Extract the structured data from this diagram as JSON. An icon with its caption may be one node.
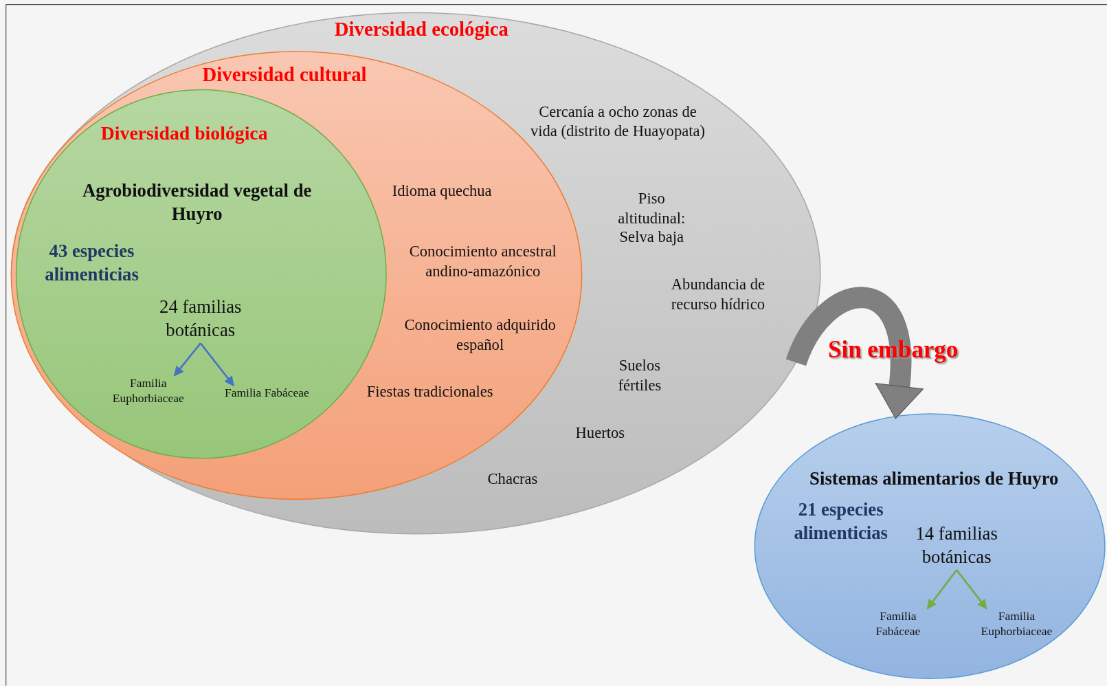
{
  "diagram": {
    "nodes": [
      {
        "text": [
          "Diversidad ecológica"
        ]
      },
      {
        "text": [
          "Diversidad cultural"
        ],
        "in": 0
      },
      {
        "text": [
          "Diversidad biológica",
          "Agrobiodiversidad vegetal de Huyro",
          "43 especies alimenticias"
        ],
        "in": 1
      },
      {
        "text": [
          "24 familias botánicas"
        ],
        "in": 2
      },
      {
        "text": [
          "Familia Euphorbiaceae"
        ],
        "in": 2
      },
      {
        "text": [
          "Familia Fabáceae"
        ],
        "in": 2
      },
      {
        "text": [
          "Sistemas alimentarios de Huyro",
          "21 especies alimenticias"
        ]
      },
      {
        "text": [
          "14 familias botánicas"
        ],
        "in": 6
      },
      {
        "text": [
          "Familia Fabáceae"
        ],
        "in": 6
      },
      {
        "text": [
          "Familia Euphorbiaceae"
        ],
        "in": 6
      }
    ],
    "edges": [
      {
        "from": 0,
        "to": 6,
        "arrow": "to",
        "label": "Sin embargo",
        "style": "thick",
        "color": "#808080"
      },
      {
        "from": 3,
        "to": 4,
        "arrow": "to",
        "color": "#4472c4"
      },
      {
        "from": 3,
        "to": 5,
        "arrow": "to",
        "color": "#4472c4"
      },
      {
        "from": 7,
        "to": 8,
        "arrow": "to",
        "color": "#70ad47"
      },
      {
        "from": 7,
        "to": 9,
        "arrow": "to",
        "color": "#70ad47"
      }
    ],
    "labels": [
      "Cercanía a ocho zonas de vida (distrito de Huayopata)",
      "Idioma quechua",
      "Piso altitudinal: Selva baja",
      "Conocimiento ancestral andino-amazónico",
      "Abundancia de recurso hídrico",
      "Conocimiento adquirido español",
      "Suelos fértiles",
      "Fiestas tradicionales",
      "Huertos",
      "Chacras"
    ]
  }
}
